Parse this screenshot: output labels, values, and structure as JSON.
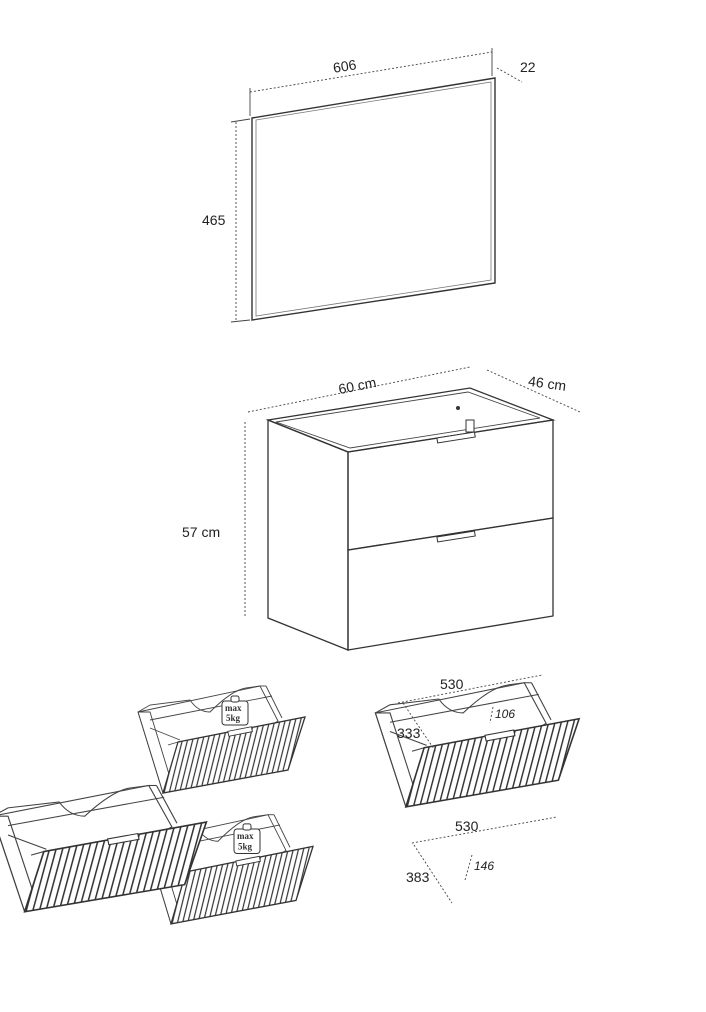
{
  "mirror": {
    "width_label": "606",
    "depth_label": "22",
    "height_label": "465"
  },
  "cabinet": {
    "width_label": "60 cm",
    "depth_label": "46 cm",
    "height_label": "57 cm"
  },
  "drawers": {
    "load_max": "max",
    "load_value": "5kg",
    "upper_width": "530",
    "upper_depth": "333",
    "upper_height": "106",
    "lower_width": "530",
    "lower_depth": "383",
    "lower_height": "146"
  }
}
